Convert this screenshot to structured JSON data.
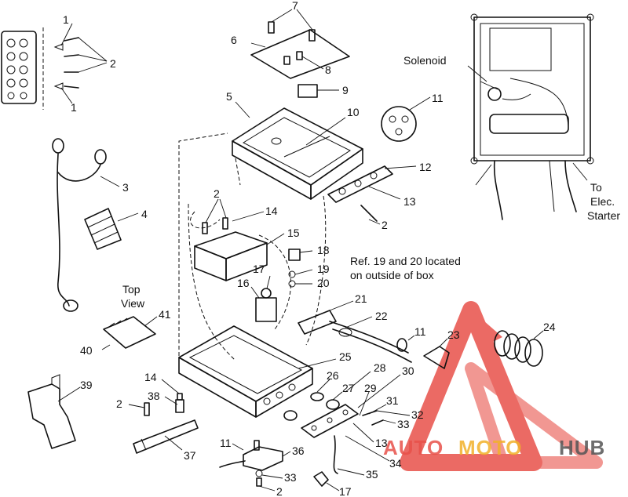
{
  "callouts": [
    {
      "id": "c1a",
      "text": "1"
    },
    {
      "id": "c1b",
      "text": "1"
    },
    {
      "id": "c2a",
      "text": "2"
    },
    {
      "id": "c7",
      "text": "7"
    },
    {
      "id": "c6",
      "text": "6"
    },
    {
      "id": "c8",
      "text": "8"
    },
    {
      "id": "c9",
      "text": "9"
    },
    {
      "id": "c5",
      "text": "5"
    },
    {
      "id": "c10",
      "text": "10"
    },
    {
      "id": "c11a",
      "text": "11"
    },
    {
      "id": "c12",
      "text": "12"
    },
    {
      "id": "c13a",
      "text": "13"
    },
    {
      "id": "c2b",
      "text": "2"
    },
    {
      "id": "c3",
      "text": "3"
    },
    {
      "id": "c4",
      "text": "4"
    },
    {
      "id": "c2c",
      "text": "2"
    },
    {
      "id": "c14a",
      "text": "14"
    },
    {
      "id": "c15",
      "text": "15"
    },
    {
      "id": "c18",
      "text": "18"
    },
    {
      "id": "c17a",
      "text": "17"
    },
    {
      "id": "c19",
      "text": "19"
    },
    {
      "id": "c16",
      "text": "16"
    },
    {
      "id": "c20",
      "text": "20"
    },
    {
      "id": "c41",
      "text": "41"
    },
    {
      "id": "c40",
      "text": "40"
    },
    {
      "id": "c21",
      "text": "21"
    },
    {
      "id": "c22",
      "text": "22"
    },
    {
      "id": "c11b",
      "text": "11"
    },
    {
      "id": "c23",
      "text": "23"
    },
    {
      "id": "c24",
      "text": "24"
    },
    {
      "id": "c25",
      "text": "25"
    },
    {
      "id": "c39",
      "text": "39"
    },
    {
      "id": "c14b",
      "text": "14"
    },
    {
      "id": "c28",
      "text": "28"
    },
    {
      "id": "c30",
      "text": "30"
    },
    {
      "id": "c26",
      "text": "26"
    },
    {
      "id": "c27",
      "text": "27"
    },
    {
      "id": "c38",
      "text": "38"
    },
    {
      "id": "c2d",
      "text": "2"
    },
    {
      "id": "c29",
      "text": "29"
    },
    {
      "id": "c31",
      "text": "31"
    },
    {
      "id": "c32",
      "text": "32"
    },
    {
      "id": "c33a",
      "text": "33"
    },
    {
      "id": "c13b",
      "text": "13"
    },
    {
      "id": "c37",
      "text": "37"
    },
    {
      "id": "c34",
      "text": "34"
    },
    {
      "id": "c11c",
      "text": "11"
    },
    {
      "id": "c36",
      "text": "36"
    },
    {
      "id": "c35",
      "text": "35"
    },
    {
      "id": "c33b",
      "text": "33"
    },
    {
      "id": "c2e",
      "text": "2"
    },
    {
      "id": "c17b",
      "text": "17"
    }
  ],
  "notes": {
    "solenoid": "Solenoid",
    "to_elec_1": "To",
    "to_elec_2": "Elec.",
    "to_elec_3": "Starter",
    "top_view_1": "Top",
    "top_view_2": "View",
    "ref_1": "Ref. 19 and 20 located",
    "ref_2": "on outside of box"
  },
  "watermark": {
    "word_1": "AUTO",
    "word_2": "MOTO",
    "word_3": "HUB",
    "color_primary": "#e8514a",
    "color_secondary": "#f2b12a",
    "color_tertiary": "#555555"
  }
}
